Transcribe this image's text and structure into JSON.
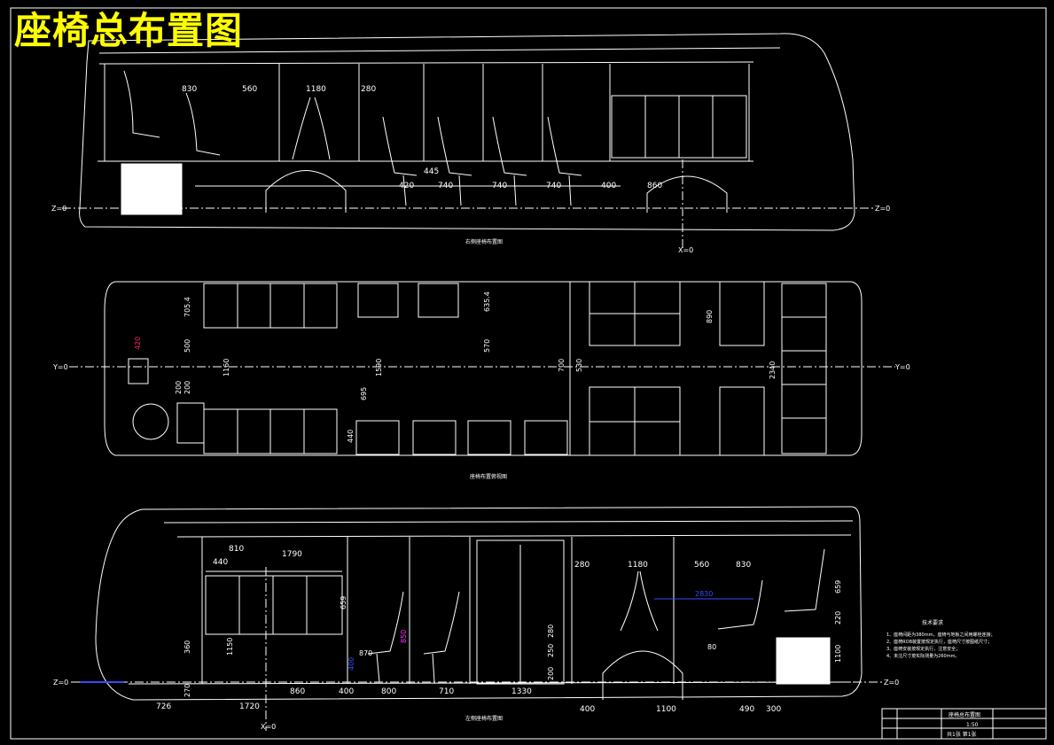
{
  "title": "座椅总布置图",
  "colors": {
    "background": "#000000",
    "line": "#ffffff",
    "title": "#ffff00",
    "dim_red": "#ff2060",
    "dim_blue": "#3050ff",
    "dim_magenta": "#ff30ff"
  },
  "datums": {
    "z0": "Z=0",
    "x0": "X=0",
    "y0": "Y=0"
  },
  "top_view": {
    "caption": "右侧座椅布置图",
    "dims": [
      "830",
      "560",
      "1180",
      "280",
      "420",
      "445",
      "740",
      "740",
      "740",
      "400",
      "860"
    ]
  },
  "plan_view": {
    "caption": "座椅布置俯视图",
    "dims": [
      "705.4",
      "500",
      "1160",
      "200",
      "200",
      "420",
      "635.4",
      "1590",
      "570",
      "695",
      "440",
      "700",
      "530",
      "890",
      "2340"
    ]
  },
  "bottom_view": {
    "caption": "左侧座椅布置图",
    "dims_top": [
      "810",
      "1790",
      "440",
      "280",
      "1180",
      "560",
      "830"
    ],
    "dims_side": [
      "659",
      "850",
      "360",
      "400",
      "1150",
      "200",
      "250",
      "280",
      "220",
      "659",
      "1100"
    ],
    "dims_bottom": [
      "860",
      "400",
      "800",
      "710",
      "1330",
      "726",
      "1720",
      "400",
      "1100",
      "490",
      "300",
      "270",
      "870",
      "80"
    ],
    "note_value": "2830"
  },
  "notes": {
    "heading": "技术要求",
    "lines": [
      "1、座椅间距为380mm，座椅与地板之间用螺栓连接；",
      "2、座椅ROB装置按规定执行，座椅尺寸按图纸尺寸；",
      "3、座椅安装按规定执行，注意安全；",
      "4、未注尺寸按实际测量为260mm。"
    ]
  },
  "title_block": {
    "name": "座椅总布置图",
    "scale": "1:50",
    "sheet": "共1张 第1张"
  }
}
